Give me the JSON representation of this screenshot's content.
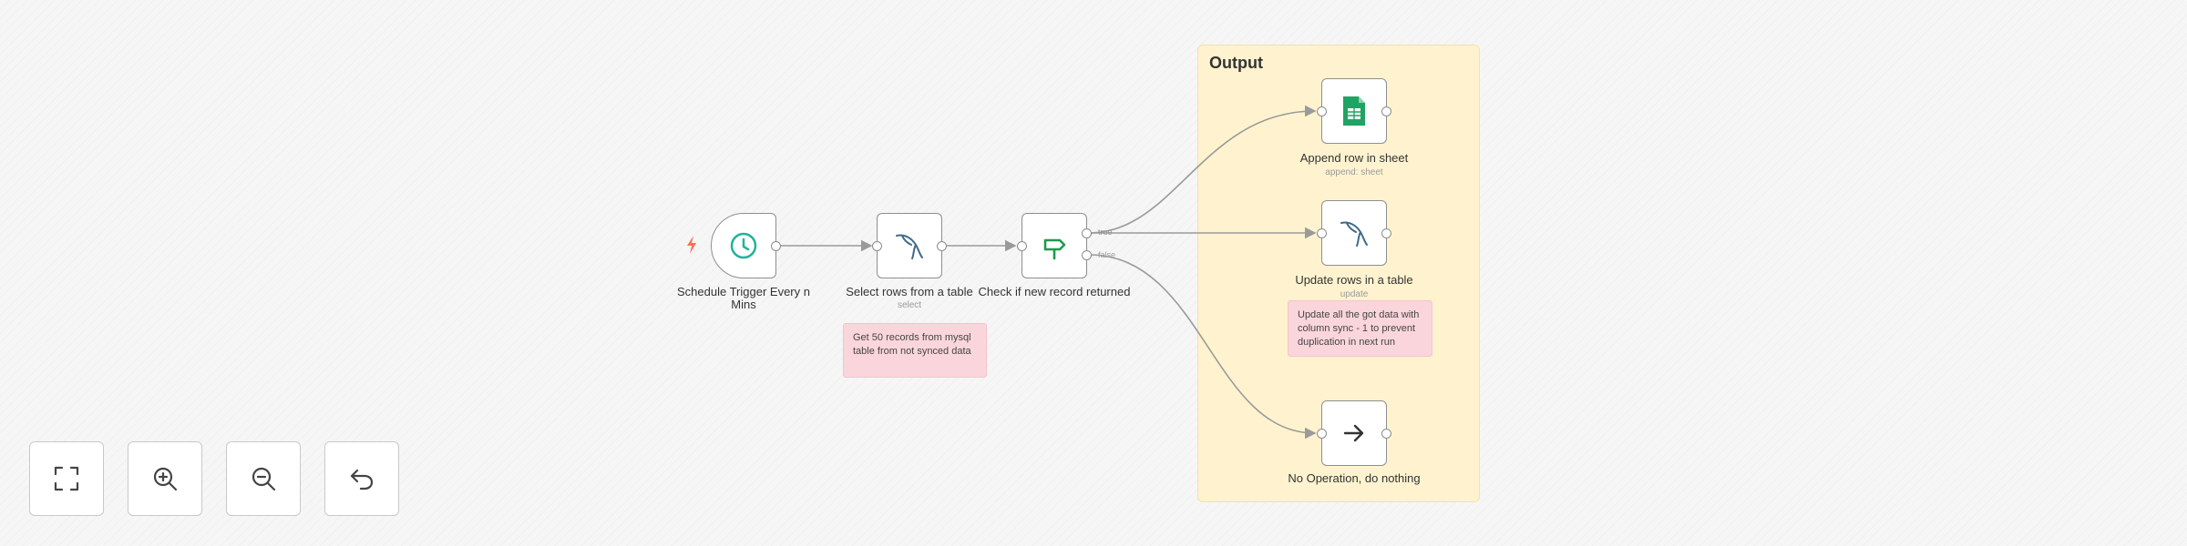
{
  "group": {
    "title": "Output"
  },
  "nodes": {
    "schedule": {
      "label": "Schedule Trigger Every n Mins",
      "icon": "clock-icon"
    },
    "select": {
      "label": "Select rows from a table",
      "sublabel": "select",
      "icon": "mysql-dolphin-icon"
    },
    "check": {
      "label": "Check if new record returned",
      "icon": "if-branch-icon"
    },
    "append": {
      "label": "Append row in sheet",
      "sublabel": "append: sheet",
      "icon": "google-sheets-icon"
    },
    "update": {
      "label": "Update rows in a table",
      "sublabel": "update",
      "icon": "mysql-dolphin-icon"
    },
    "noop": {
      "label": "No Operation, do nothing",
      "icon": "arrow-right-icon"
    }
  },
  "edge_labels": {
    "true": "true",
    "false": "false"
  },
  "notes": {
    "select_note": "Get 50 records from mysql table from not synced data",
    "update_note": "Update all the got data with column sync - 1 to prevent duplication in next run"
  },
  "controls": [
    "fit-view-button",
    "zoom-in-button",
    "zoom-out-button",
    "undo-button"
  ],
  "colors": {
    "trigger_icon": "#20b39b",
    "bolt": "#ff6d5a",
    "sheets": "#1fa463",
    "group_bg": "#fff3cf",
    "sticky_note": "#fad6dc",
    "connection": "#9a9a9a"
  }
}
